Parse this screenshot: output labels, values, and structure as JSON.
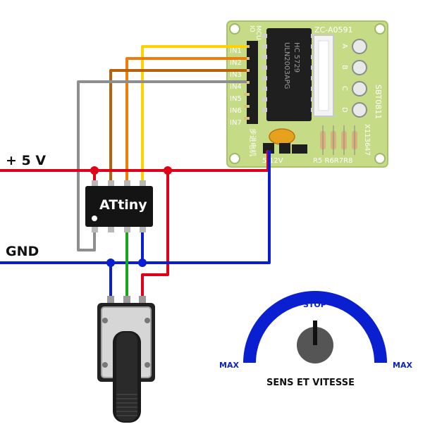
{
  "rails": {
    "vcc_label": "+ 5 V",
    "gnd_label": "GND"
  },
  "mcu": {
    "label": "ATtiny"
  },
  "driver_board": {
    "top_left": "MCU",
    "top_left_2": "IO",
    "model": "ZC-A0591",
    "inputs": [
      "IN1",
      "IN2",
      "IN3",
      "IN4",
      "IN5",
      "IN6",
      "IN7"
    ],
    "led_labels": [
      "A",
      "B",
      "C",
      "D"
    ],
    "board_id": "SBT0811",
    "part_code": "X113647",
    "chip_text_1": "ULN2003APG",
    "chip_text_2": "HC 5729",
    "power_label": "5-12V",
    "resistors": "R5 R6R7R8",
    "cn_label": "步进电机"
  },
  "dial": {
    "top": "STOP",
    "left": "MAX",
    "right": "MAX",
    "caption": "SENS ET VITESSE"
  },
  "colors": {
    "vcc": "#e0001a",
    "gnd": "#0a1fd0",
    "signal": "#1aa51a",
    "in1": "#ffd200",
    "in2": "#f07d0a",
    "in3": "#b8600a",
    "in4": "#8e8e8e",
    "pcb": "#c8dd8a"
  }
}
